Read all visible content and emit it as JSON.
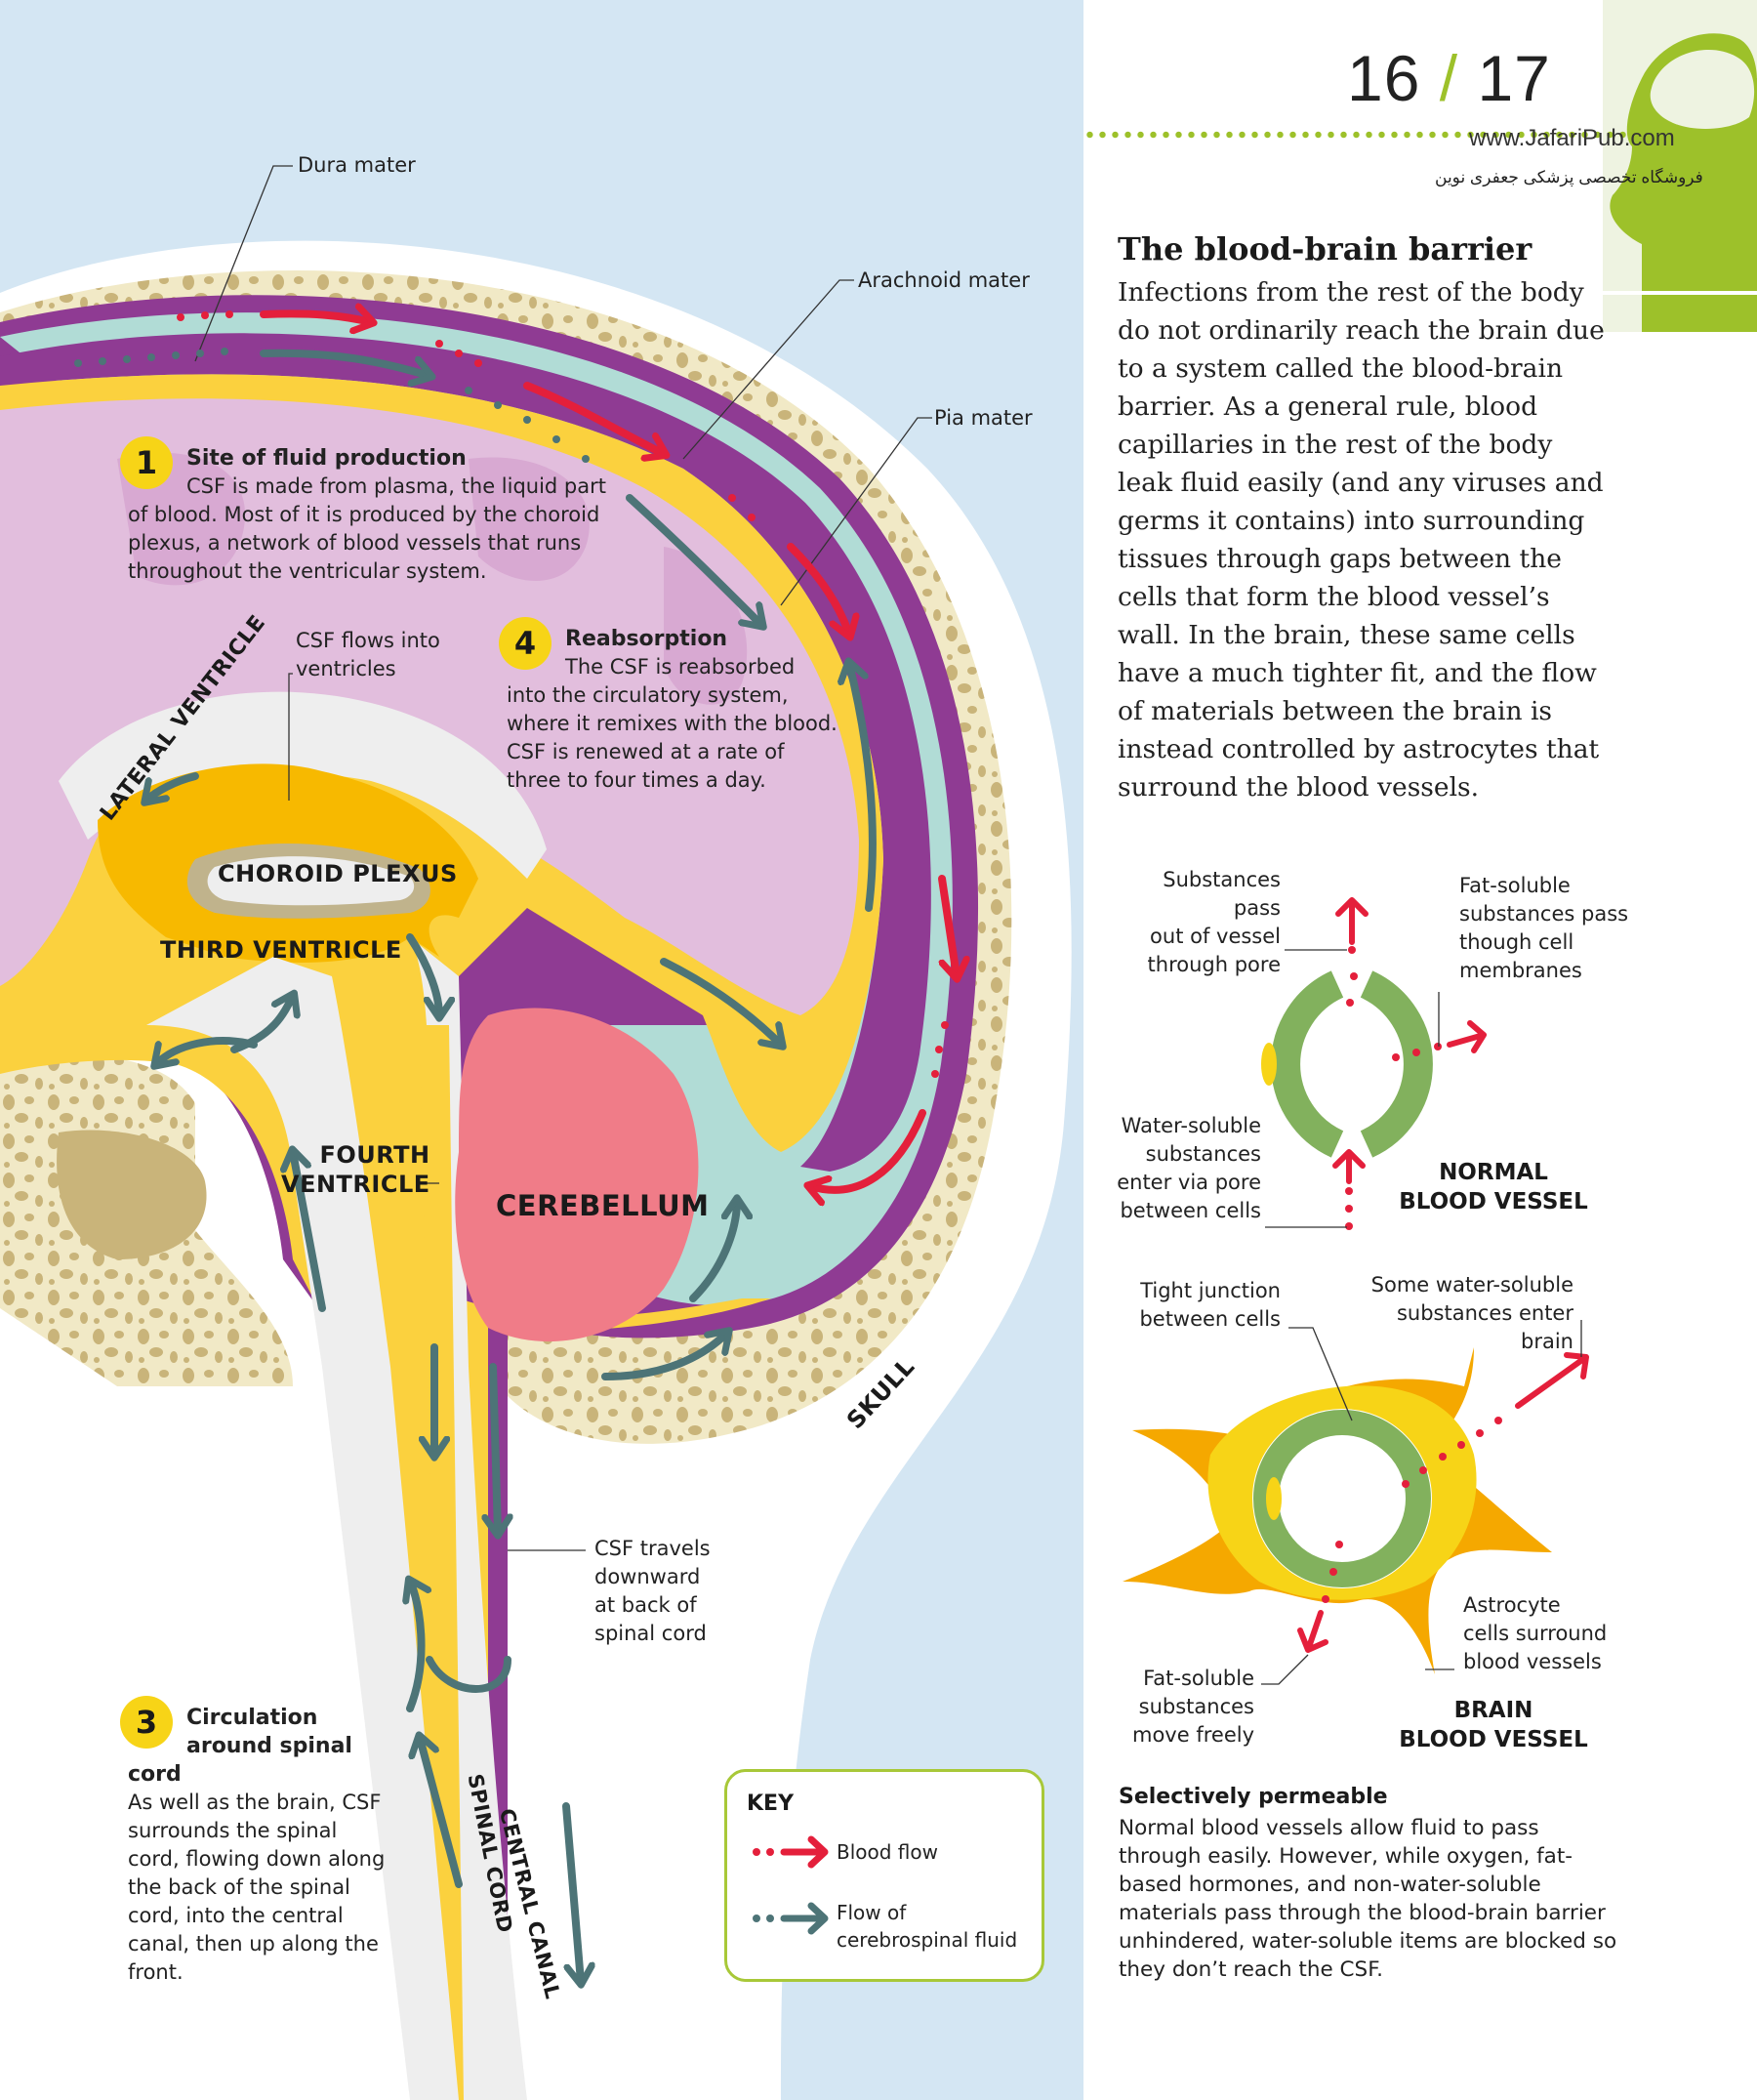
{
  "header": {
    "page_left": "16",
    "page_sep": "/",
    "page_right": "17",
    "watermark_url": "www.JafariPub.com",
    "watermark_fa": "فروشگاه تخصصی پزشکی جعفری نوین"
  },
  "anatomy_labels": {
    "dura_mater": "Dura mater",
    "arachnoid_mater": "Arachnoid mater",
    "pia_mater": "Pia mater",
    "csf_flows_into": "CSF flows into",
    "ventricles": "ventricles",
    "lateral_ventricle": "LATERAL VENTRICLE",
    "choroid_plexus": "CHOROID PLEXUS",
    "third_ventricle": "THIRD VENTRICLE",
    "fourth_ventricle_1": "FOURTH",
    "fourth_ventricle_2": "VENTRICLE",
    "cerebellum": "CEREBELLUM",
    "skull": "SKULL",
    "spinal_cord": "SPINAL CORD",
    "central_canal": "CENTRAL CANAL",
    "csf_travels": [
      "CSF travels",
      "downward",
      "at back of",
      "spinal cord"
    ]
  },
  "callouts": [
    {
      "num": "1",
      "title": "Site of fluid production",
      "body": "CSF is made from plasma, the liquid part of blood. Most of it is produced by the choroid plexus, a network of blood vessels that runs throughout the ventricular system."
    },
    {
      "num": "4",
      "title": "Reabsorption",
      "body": "The CSF is reabsorbed into the circulatory system, where it remixes with the blood. CSF is renewed at a rate of three to four times a day."
    },
    {
      "num": "3",
      "title": "Circulation around spinal cord",
      "body": "As well as the brain, CSF surrounds the spinal cord, flowing down along the back of the spinal cord, into the central canal, then up along the front."
    }
  ],
  "key": {
    "title": "KEY",
    "items": [
      {
        "label": "Blood flow",
        "color": "#e41f3b"
      },
      {
        "label": "Flow of cerebrospinal fluid",
        "label_line1": "Flow of",
        "label_line2": "cerebrospinal fluid",
        "color": "#4d7477"
      }
    ]
  },
  "bbb": {
    "title": "The blood-brain barrier",
    "body": "Infections from the rest of the body do not ordinarily reach the brain due to a system called the blood-brain barrier. As a general rule, blood capillaries in the rest of the body leak fluid easily (and any viruses and germs it contains) into surrounding tissues through gaps between the cells that form the blood vessel’s wall. In the brain, these same cells have a much tighter fit, and the flow of materials between the brain is instead controlled by astrocytes that surround the blood vessels."
  },
  "normal_vessel": {
    "title_1": "NORMAL",
    "title_2": "BLOOD VESSEL",
    "label_pore_out": [
      "Substances pass",
      "out of vessel",
      "through pore"
    ],
    "label_fat": [
      "Fat-soluble",
      "substances pass",
      "though cell",
      "membranes"
    ],
    "label_water": [
      "Water-soluble",
      "substances",
      "enter via pore",
      "between cells"
    ]
  },
  "brain_vessel": {
    "title_1": "BRAIN",
    "title_2": "BLOOD VESSEL",
    "label_tight": [
      "Tight junction",
      "between cells"
    ],
    "label_some_water": [
      "Some water-soluble",
      "substances enter brain"
    ],
    "label_astro": [
      "Astrocyte",
      "cells surround",
      "blood vessels"
    ],
    "label_fat": [
      "Fat-soluble",
      "substances",
      "move freely"
    ]
  },
  "selective": {
    "title": "Selectively permeable",
    "body": "Normal blood vessels allow fluid to pass through easily. However, while oxygen, fat-based hormones, and non-water-soluble materials pass through the blood-brain barrier unhindered, water-soluble items are blocked so they don’t reach the CSF."
  },
  "colors": {
    "background_blue": "#d4e6f3",
    "bone": "#f1e9c6",
    "bone_spots": "#c9b47a",
    "dura_purple": "#8f3b93",
    "arachnoid_teal": "#b1dcd6",
    "csf_yellow": "#fbd13e",
    "brain_pink": "#e2bedd",
    "cerebellum": "#f07c88",
    "blood_red": "#e41f3b",
    "csf_arrow": "#4d7477",
    "accent_green": "#9dc12a",
    "vessel_green": "#82b15d"
  }
}
